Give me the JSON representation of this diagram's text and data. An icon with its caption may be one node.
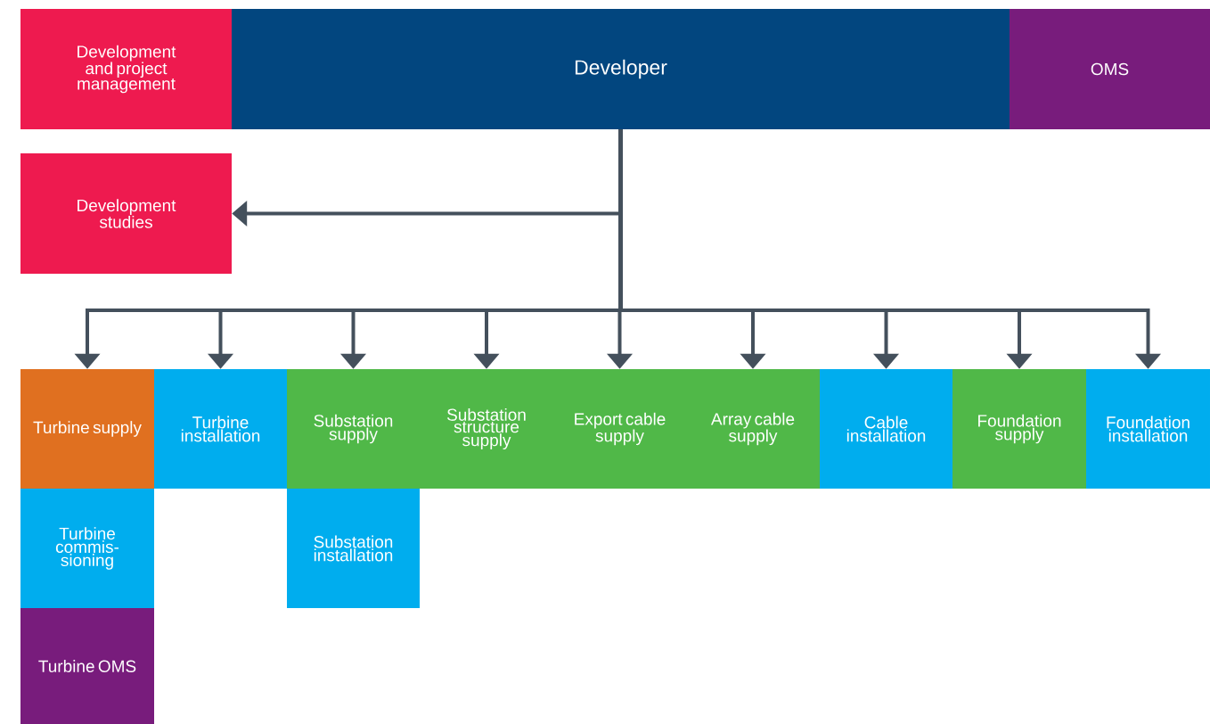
{
  "diagram": {
    "nodes": [
      {
        "text": [
          "Development and project management"
        ]
      },
      {
        "text": [
          "Developer"
        ]
      },
      {
        "text": [
          "OMS"
        ]
      },
      {
        "text": [
          "Development studies"
        ]
      },
      {
        "text": [
          "Turbine supply"
        ]
      },
      {
        "text": [
          "Turbine installation"
        ]
      },
      {
        "text": [
          "Substation supply"
        ]
      },
      {
        "text": [
          "Substation structure supply"
        ]
      },
      {
        "text": [
          "Export cable supply"
        ]
      },
      {
        "text": [
          "Array cable supply"
        ]
      },
      {
        "text": [
          "Cable installation"
        ]
      },
      {
        "text": [
          "Foundation supply"
        ]
      },
      {
        "text": [
          "Foundation installation"
        ]
      },
      {
        "text": [
          "Turbine commis-sioning"
        ]
      },
      {
        "text": [
          "Turbine OMS"
        ]
      },
      {
        "text": [
          "Substation installation"
        ]
      }
    ],
    "edges": [
      {
        "from": 1,
        "to": 3,
        "arrow": "to"
      },
      {
        "from": 1,
        "to": 4,
        "arrow": "to"
      },
      {
        "from": 1,
        "to": 5,
        "arrow": "to"
      },
      {
        "from": 1,
        "to": 6,
        "arrow": "to"
      },
      {
        "from": 1,
        "to": 7,
        "arrow": "to"
      },
      {
        "from": 1,
        "to": 8,
        "arrow": "to"
      },
      {
        "from": 1,
        "to": 9,
        "arrow": "to"
      },
      {
        "from": 1,
        "to": 10,
        "arrow": "to"
      },
      {
        "from": 1,
        "to": 11,
        "arrow": "to"
      },
      {
        "from": 1,
        "to": 12,
        "arrow": "to"
      }
    ]
  }
}
